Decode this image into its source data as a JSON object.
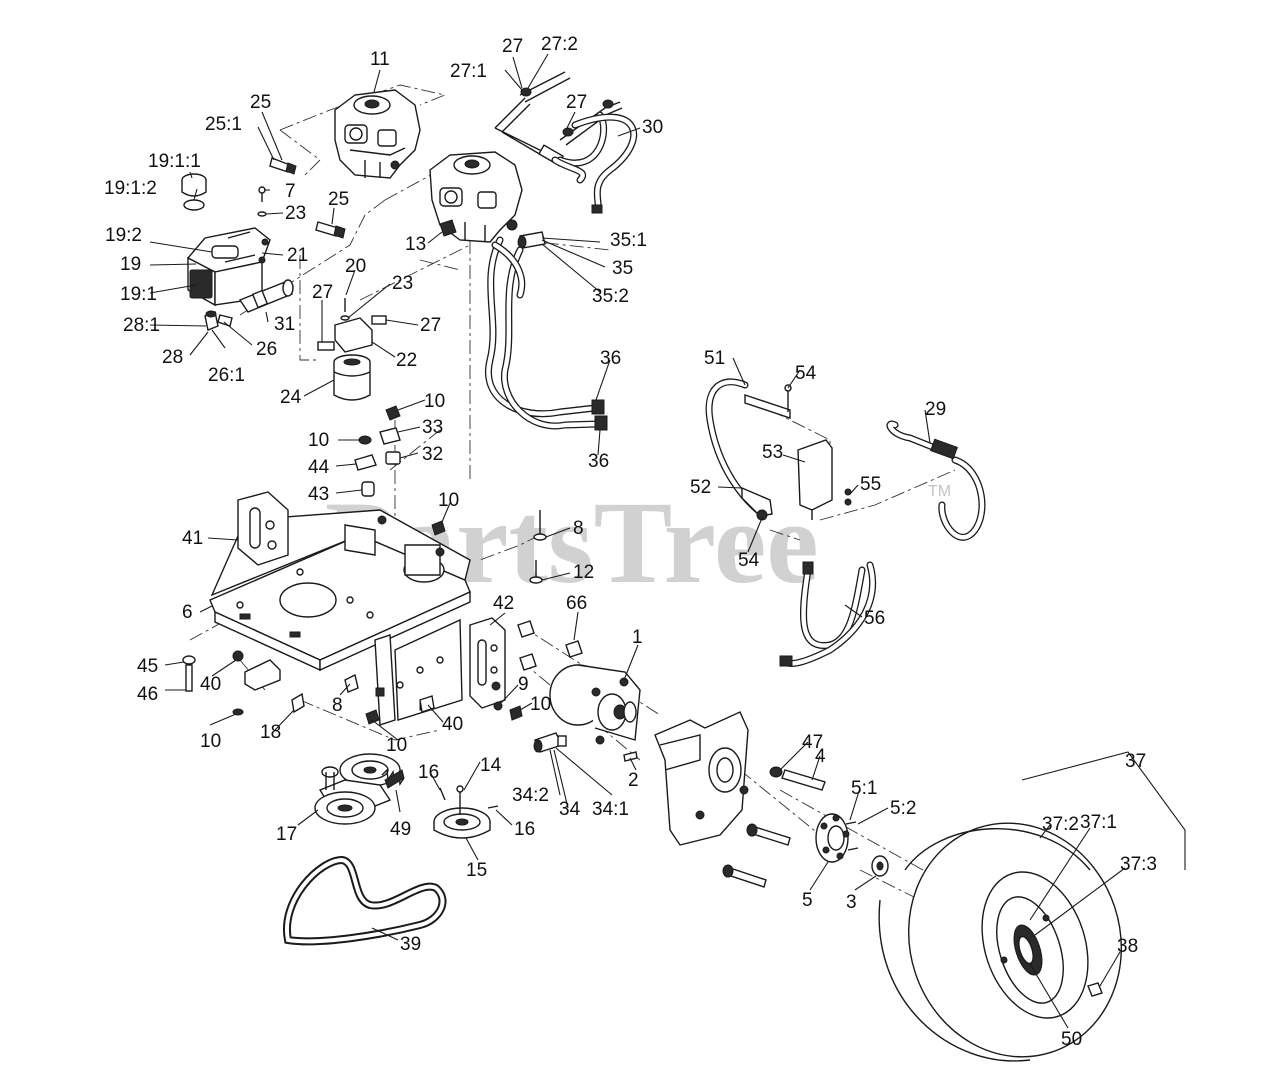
{
  "watermark": {
    "text": "PartsTree",
    "tm": "TM"
  },
  "callouts": [
    "11",
    "27",
    "27:2",
    "27:1",
    "25",
    "25:1",
    "27",
    "30",
    "19:1:1",
    "7",
    "19:1:2",
    "23",
    "25",
    "19:2",
    "21",
    "13",
    "35:1",
    "19",
    "20",
    "35",
    "23",
    "19:1",
    "35:2",
    "27",
    "31",
    "27",
    "28:1",
    "22",
    "26",
    "28",
    "26:1",
    "36",
    "24",
    "51",
    "54",
    "10",
    "29",
    "33",
    "10",
    "32",
    "36",
    "44",
    "53",
    "43",
    "52",
    "55",
    "10",
    "8",
    "41",
    "54",
    "12",
    "56",
    "6",
    "42",
    "66",
    "1",
    "45",
    "40",
    "9",
    "46",
    "10",
    "8",
    "40",
    "10",
    "18",
    "10",
    "47",
    "4",
    "37",
    "16",
    "14",
    "34:2",
    "34",
    "34:1",
    "2",
    "5:1",
    "5:2",
    "37:2",
    "37:1",
    "17",
    "49",
    "16",
    "37:3",
    "15",
    "5",
    "3",
    "39",
    "38",
    "50"
  ]
}
